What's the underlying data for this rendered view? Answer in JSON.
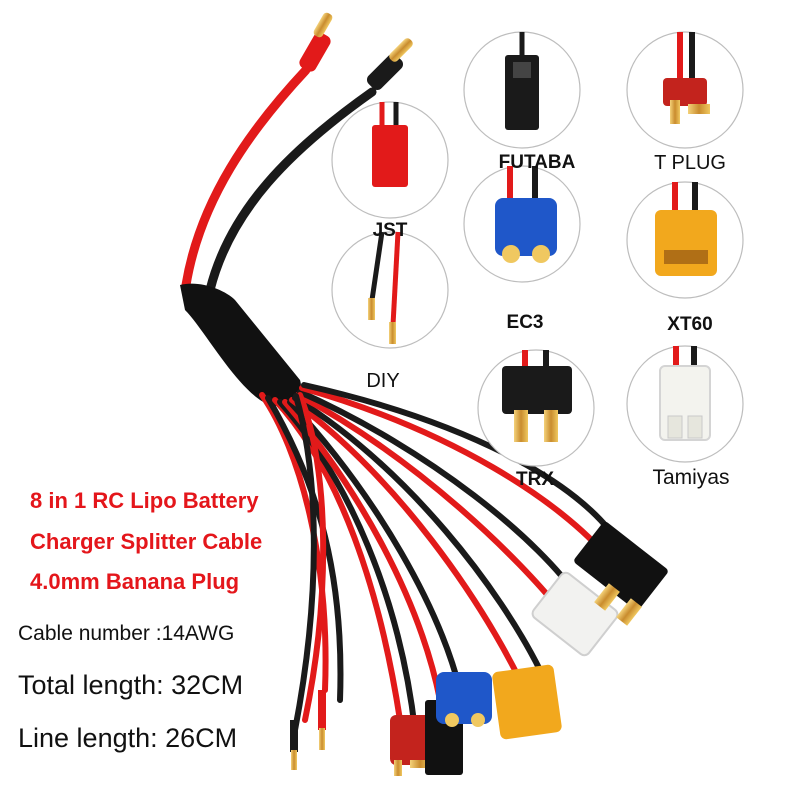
{
  "connectors": {
    "futaba": "FUTABA",
    "t_plug": "T PLUG",
    "jst": "JST",
    "ec3": "EC3",
    "xt60": "XT60",
    "diy": "DIY",
    "trx": "TRX",
    "tamiyas": "Tamiyas"
  },
  "title": {
    "line1": "8 in 1 RC Lipo Battery",
    "line2": "Charger Splitter Cable",
    "line3": "4.0mm Banana Plug"
  },
  "specs": {
    "cable_number": "Cable number :14AWG",
    "total_length": "Total length: 32CM",
    "line_length": "Line length: 26CM"
  },
  "colors": {
    "title_red": "#e4161b",
    "wire_red": "#e21a1a",
    "wire_black": "#1a1a1a",
    "ec3_blue": "#1f57c9",
    "xt60_yellow": "#f2a81d",
    "gold": "#d9a441"
  }
}
